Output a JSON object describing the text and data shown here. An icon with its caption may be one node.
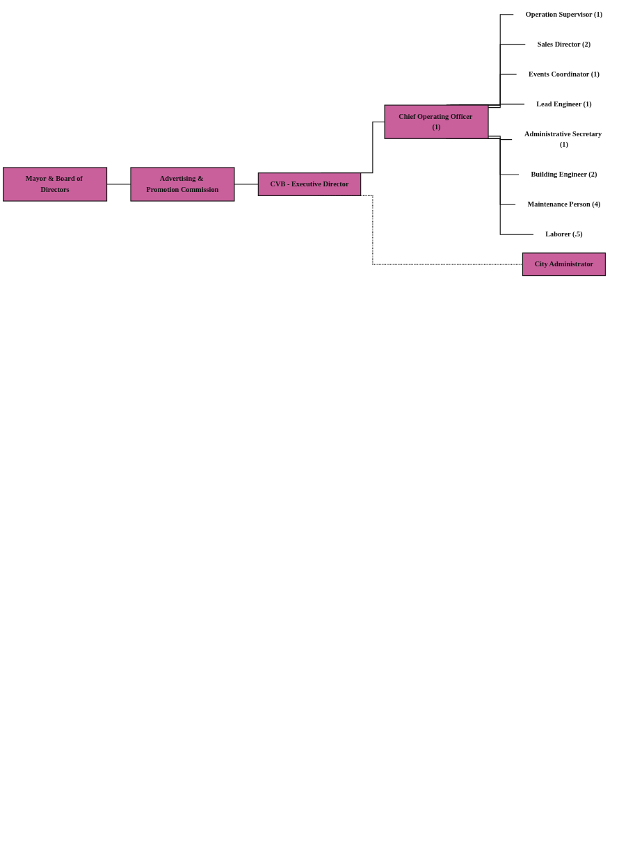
{
  "diagram": {
    "nodes": [
      {
        "text": [
          "Mayor & Board of Directors"
        ]
      },
      {
        "text": [
          "Advertising & Promotion Commission"
        ]
      },
      {
        "text": [
          "CVB - Executive Director"
        ]
      },
      {
        "text": [
          "Chief Operating Officer (1)"
        ]
      },
      {
        "text": [
          "Operation Supervisor (1)"
        ]
      },
      {
        "text": [
          "Sales Director (2)"
        ]
      },
      {
        "text": [
          "Events Coordinator (1)"
        ]
      },
      {
        "text": [
          "Lead Engineer (1)"
        ]
      },
      {
        "text": [
          "Administrative Secretary (1)"
        ]
      },
      {
        "text": [
          "Building Engineer (2)"
        ]
      },
      {
        "text": [
          "Maintenance Person (4)"
        ]
      },
      {
        "text": [
          "Laborer (.5)"
        ]
      },
      {
        "text": [
          "City Administrator"
        ]
      }
    ],
    "edges": [
      {
        "from": 0,
        "to": 1,
        "arrow": "none"
      },
      {
        "from": 1,
        "to": 2,
        "arrow": "none"
      },
      {
        "from": 2,
        "to": 3,
        "arrow": "none"
      },
      {
        "from": 3,
        "to": 4,
        "arrow": "none"
      },
      {
        "from": 3,
        "to": 5,
        "arrow": "none"
      },
      {
        "from": 3,
        "to": 6,
        "arrow": "none"
      },
      {
        "from": 3,
        "to": 7,
        "arrow": "none"
      },
      {
        "from": 3,
        "to": 8,
        "arrow": "none"
      },
      {
        "from": 3,
        "to": 9,
        "arrow": "none"
      },
      {
        "from": 3,
        "to": 10,
        "arrow": "none"
      },
      {
        "from": 3,
        "to": 11,
        "arrow": "none"
      },
      {
        "from": 2,
        "to": 12,
        "arrow": "none",
        "style": "dashed"
      }
    ]
  }
}
